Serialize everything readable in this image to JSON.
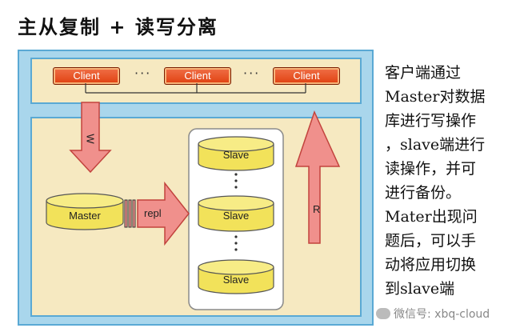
{
  "title": "主从复制 + 读写分离",
  "clients": [
    "Client",
    "Client",
    "Client"
  ],
  "ellipsis": "···",
  "master_label": "Master",
  "repl_label": "repl",
  "slaves": [
    "Slave",
    "Slave",
    "Slave"
  ],
  "write_label": "W",
  "read_label": "R",
  "description_lines": [
    "客户端通过",
    "Master对数据",
    "库进行写操作",
    "，slave端进行",
    "读操作，并可",
    "进行备份。",
    "Mater出现问",
    "题后，可以手",
    "动将应用切换",
    "到slave端"
  ],
  "watermark": "微信号: xbq-cloud",
  "colors": {
    "outer_panel": "#a9d6ec",
    "inner_panel": "#f6e9c1",
    "client": "#e8501f",
    "db": "#f2e25a",
    "arrow": "#f0908c"
  }
}
